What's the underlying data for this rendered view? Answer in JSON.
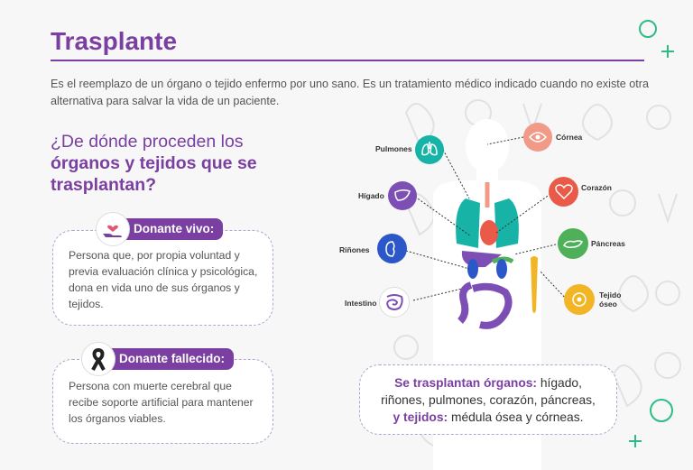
{
  "header": {
    "title": "Trasplante",
    "intro": "Es el reemplazo de un órgano o tejido enfermo por uno sano. Es un tratamiento médico indicado cuando no existe otra alternativa para salvar la vida de un paciente."
  },
  "question": {
    "line1": "¿De dónde proceden los",
    "line2": "órganos y tejidos que se",
    "line3": "trasplantan?"
  },
  "donors": [
    {
      "label": "Donante vivo:",
      "icon": "hand-heart-icon",
      "text": "Persona que, por propia voluntad y previa evaluación clínica y psicológica, dona en vida uno de sus órganos y tejidos."
    },
    {
      "label": "Donante fallecido:",
      "icon": "mourning-ribbon-icon",
      "text": "Persona con muerte cerebral que recibe soporte artificial para mantener los órganos viables."
    }
  ],
  "organs": {
    "pulmones": "Pulmones",
    "higado": "Hígado",
    "rinones": "Riñones",
    "intestino": "Intestino",
    "cornea": "Córnea",
    "corazon": "Corazón",
    "pancreas": "Páncreas",
    "tejido1": "Tejido",
    "tejido2": "óseo"
  },
  "summary": {
    "p1_bold": "Se trasplantan órganos:",
    "p1_rest": " hígado,",
    "line2": "riñones, pulmones, corazón, páncreas,",
    "p3_bold": "y tejidos:",
    "p3_rest": " médula ósea y córneas."
  },
  "colors": {
    "purple": "#7a3fa0",
    "teal": "#17b3a7",
    "lavender": "#7d4fb5",
    "blue": "#2b57c8",
    "salmon": "#f19a88",
    "coral": "#ea5a48",
    "green": "#4fb05a",
    "gold": "#f2b525"
  }
}
